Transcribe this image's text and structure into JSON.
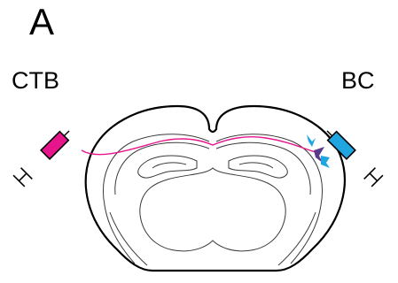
{
  "panel": {
    "label": "A"
  },
  "injections": {
    "left": {
      "label": "CTB",
      "color": "#e6158c"
    },
    "right": {
      "label": "BC",
      "color": "#1fa5e0"
    }
  },
  "colors": {
    "axon": "#e6158c",
    "retrograde_neuron": "#5a3a8c",
    "anterograde_neurons": "#1fa5e0",
    "outline": "#000000",
    "inner_structures": "#3a3a3a"
  },
  "icons": {
    "left_injection": "syringe-icon",
    "right_injection": "syringe-icon",
    "labeled_cells": "neuron-icon"
  }
}
